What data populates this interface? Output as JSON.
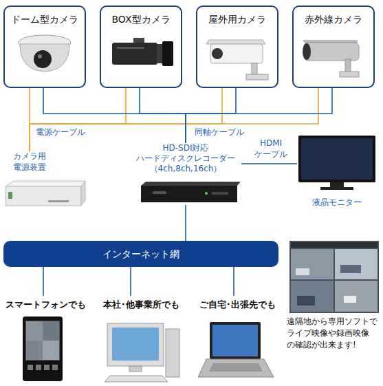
{
  "diagram": {
    "nodes": [
      {
        "text": [
          "ドーム型カメラ"
        ]
      },
      {
        "text": [
          "BOX型カメラ"
        ]
      },
      {
        "text": [
          "屋外用カメラ"
        ]
      },
      {
        "text": [
          "赤外線カメラ"
        ]
      },
      {
        "text": [
          "カメラ用 電源装置"
        ]
      },
      {
        "text": [
          "HD-SDI対応 ハードディスクレコーダー （4ch,8ch,16ch）"
        ]
      },
      {
        "text": [
          "液晶モニター"
        ]
      },
      {
        "text": [
          "インターネット網"
        ]
      },
      {
        "text": [
          "スマートフォンでも"
        ]
      },
      {
        "text": [
          "本社･他事業所でも"
        ]
      },
      {
        "text": [
          "ご自宅･出張先でも"
        ]
      }
    ],
    "edges": [
      {
        "from": 0,
        "to": 4,
        "arrow": "none",
        "label": "電源ケーブル"
      },
      {
        "from": 1,
        "to": 4,
        "arrow": "none"
      },
      {
        "from": 2,
        "to": 4,
        "arrow": "none"
      },
      {
        "from": 3,
        "to": 4,
        "arrow": "none"
      },
      {
        "from": 0,
        "to": 5,
        "arrow": "none",
        "label": "同軸ケーブル"
      },
      {
        "from": 1,
        "to": 5,
        "arrow": "none"
      },
      {
        "from": 2,
        "to": 5,
        "arrow": "none"
      },
      {
        "from": 3,
        "to": 5,
        "arrow": "none"
      },
      {
        "from": 5,
        "to": 6,
        "arrow": "none",
        "label": "HDMI ケーブル"
      },
      {
        "from": 5,
        "to": 7,
        "arrow": "none"
      },
      {
        "from": 7,
        "to": 8,
        "arrow": "none"
      },
      {
        "from": 7,
        "to": 9,
        "arrow": "none"
      },
      {
        "from": 7,
        "to": 10,
        "arrow": "none"
      }
    ],
    "labels": [
      "遠隔地から専用ソフトで ライブ映像や録画映像 の確認が出来ます!"
    ]
  }
}
